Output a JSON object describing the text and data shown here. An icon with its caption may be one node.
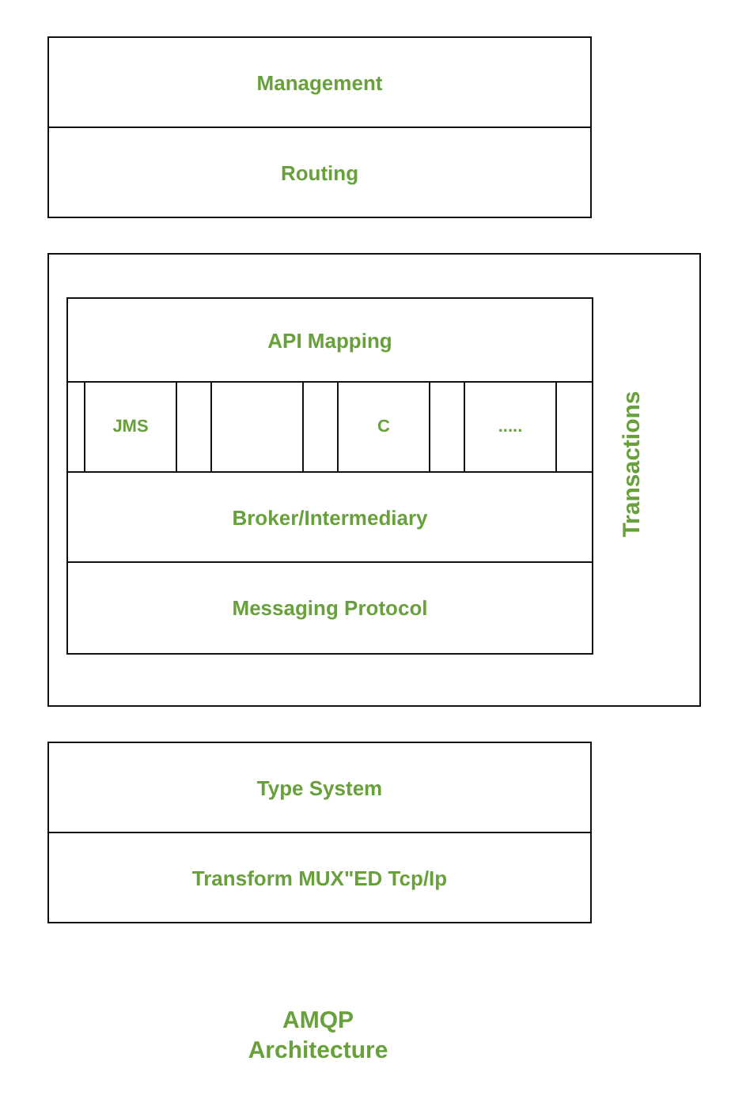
{
  "diagram": {
    "caption": "AMQP Architecture",
    "nodes": [
      {
        "text": [
          "Management"
        ]
      },
      {
        "text": [
          "Routing"
        ]
      },
      {
        "text": [
          "Transactions"
        ]
      },
      {
        "text": [],
        "shape": "box",
        "in": 2
      },
      {
        "text": [
          "API Mapping"
        ],
        "in": 3
      },
      {
        "text": [
          "JMS"
        ],
        "in": 3
      },
      {
        "text": [],
        "shape": "box",
        "in": 3
      },
      {
        "text": [
          "C"
        ],
        "in": 3
      },
      {
        "text": [
          "....."
        ],
        "in": 3
      },
      {
        "text": [
          "Broker/Intermediary"
        ],
        "in": 3
      },
      {
        "text": [
          "Messaging Protocol"
        ],
        "in": 3
      },
      {
        "text": [
          "Type System"
        ]
      },
      {
        "text": [
          "Transform MUX\"ED Tcp/Ip"
        ]
      }
    ],
    "edges": []
  }
}
